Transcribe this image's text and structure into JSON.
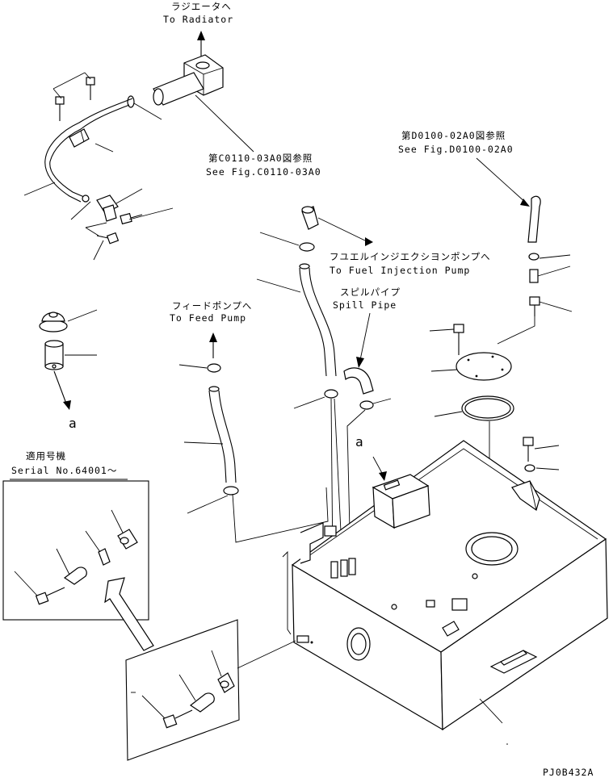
{
  "labels": {
    "radiator_jp": "ラジエータヘ",
    "radiator_en": "To Radiator",
    "fig_c_jp": "第C0110-03A0図参照",
    "fig_c_en": "See Fig.C0110-03A0",
    "fig_d_jp": "第D0100-02A0図参照",
    "fig_d_en": "See Fig.D0100-02A0",
    "injection_jp": "フユエルインジエクシヨンポンプへ",
    "injection_en": "To Fuel Injection Pump",
    "spill_jp": "スピルパイプ",
    "spill_en": "Spill Pipe",
    "feed_jp": "フィードポンプへ",
    "feed_en": "To Feed Pump",
    "serial_jp": "適用号機",
    "serial_en": "Serial No.64001～",
    "ref_a_left": "a",
    "ref_a_tank": "a",
    "drawing_code": "PJ0B432A"
  }
}
